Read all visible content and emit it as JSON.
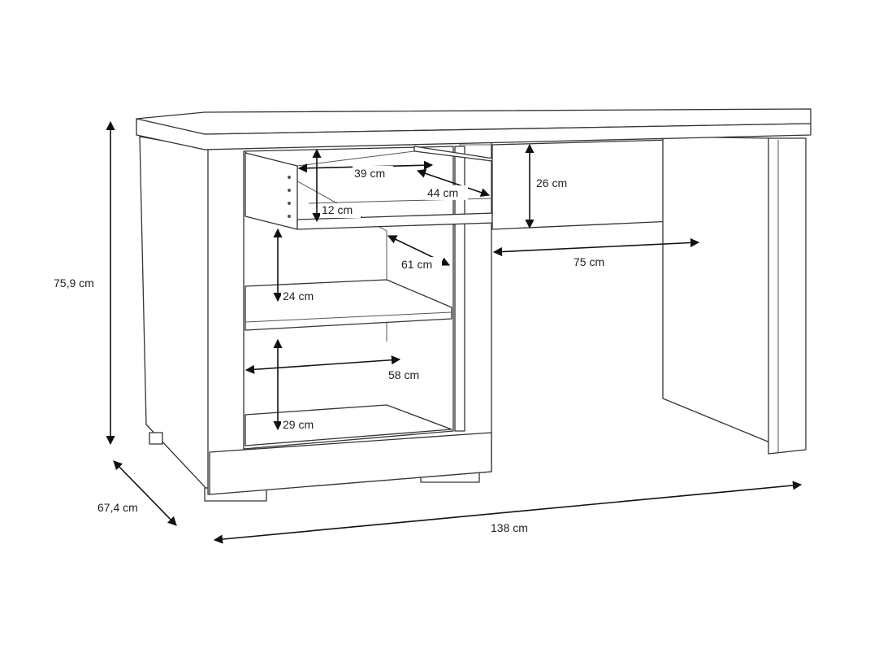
{
  "dimensions": {
    "height": "75,9 cm",
    "depth": "67,4 cm",
    "width": "138 cm",
    "drawer_width": "39 cm",
    "drawer_depth": "44 cm",
    "drawer_height": "12 cm",
    "upper_compartment_height": "26 cm",
    "knee_space_depth": "61 cm",
    "knee_space_width": "75 cm",
    "shelf_height": "24 cm",
    "compartment_width": "58 cm",
    "lower_compartment_height": "29 cm"
  },
  "colors": {
    "line": "#333333",
    "arrow": "#111111",
    "background": "#ffffff"
  }
}
